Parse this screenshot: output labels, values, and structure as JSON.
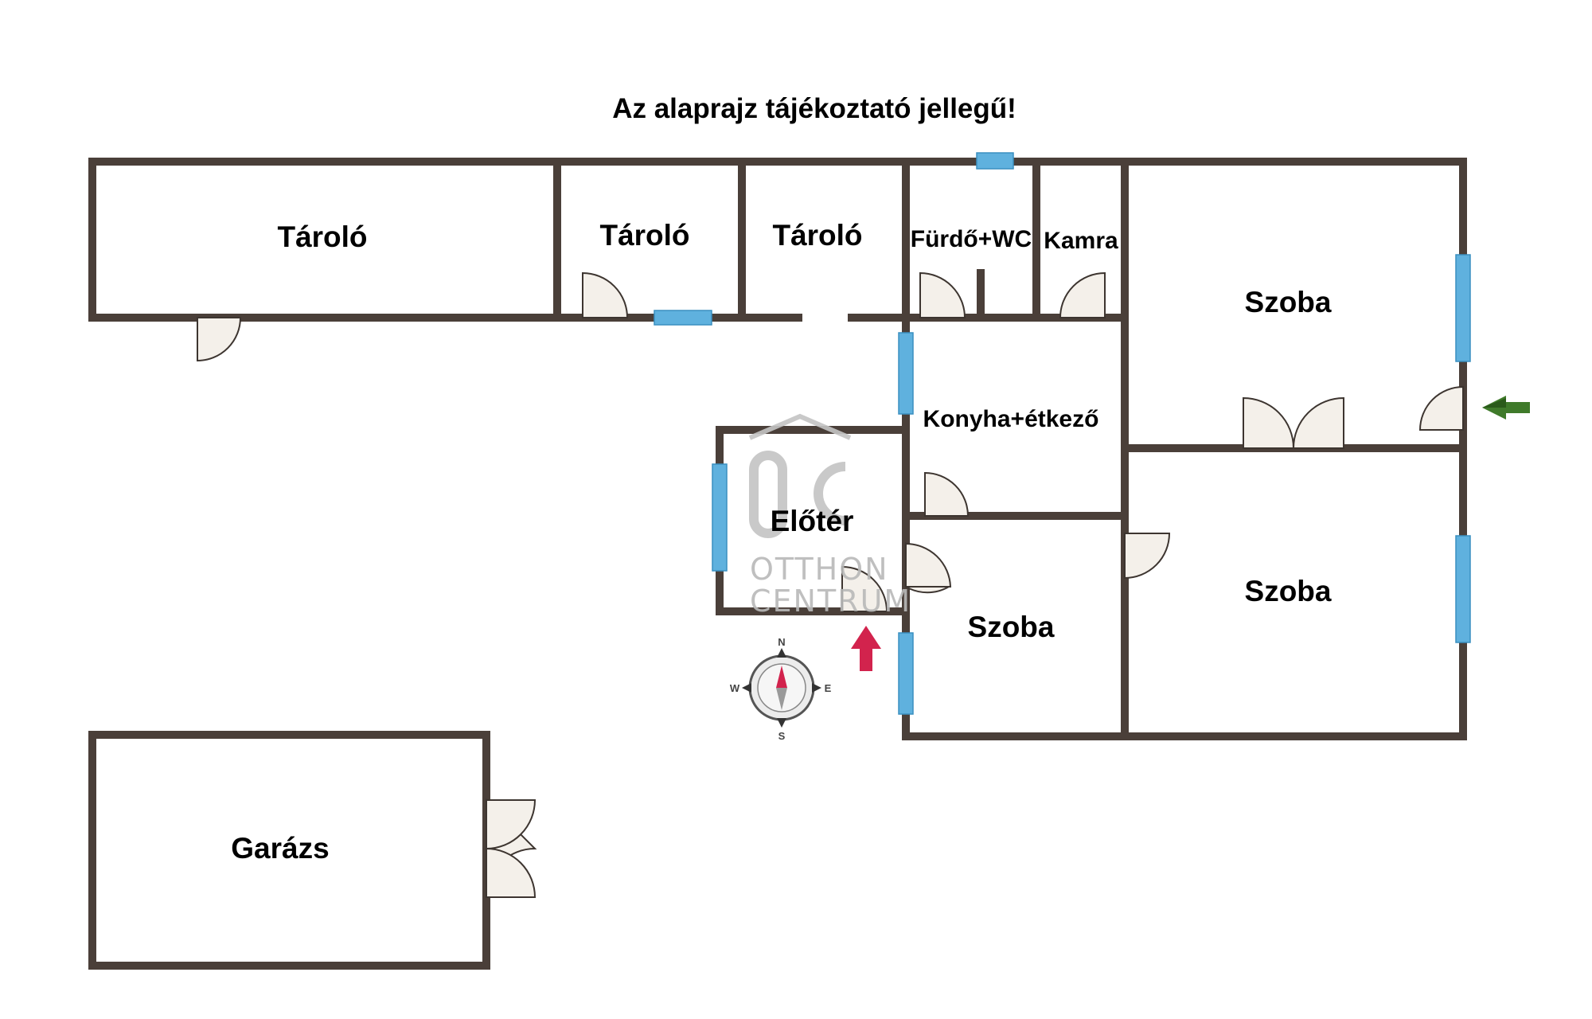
{
  "title": "Az alaprajz tájékoztató jellegű!",
  "rooms": {
    "storage_1": "Tároló",
    "storage_2": "Tároló",
    "storage_3": "Tároló",
    "bathroom": "Fürdő+WC",
    "pantry": "Kamra",
    "room_top_right": "Szoba",
    "kitchen": "Konyha+étkező",
    "hall": "Előtér",
    "room_bottom_middle": "Szoba",
    "room_bottom_right": "Szoba",
    "garage": "Garázs"
  },
  "watermark": {
    "line1": "OTTHON",
    "line2": "CENTRUM"
  },
  "compass": {
    "n": "N",
    "s": "S",
    "e": "E",
    "w": "W"
  },
  "colors": {
    "wall": "#4a3f39",
    "window": "#5fb1de",
    "door_fill": "#f4f0ea",
    "entrance_arrow": "#d2234d",
    "side_arrow": "#3f7a2a"
  }
}
